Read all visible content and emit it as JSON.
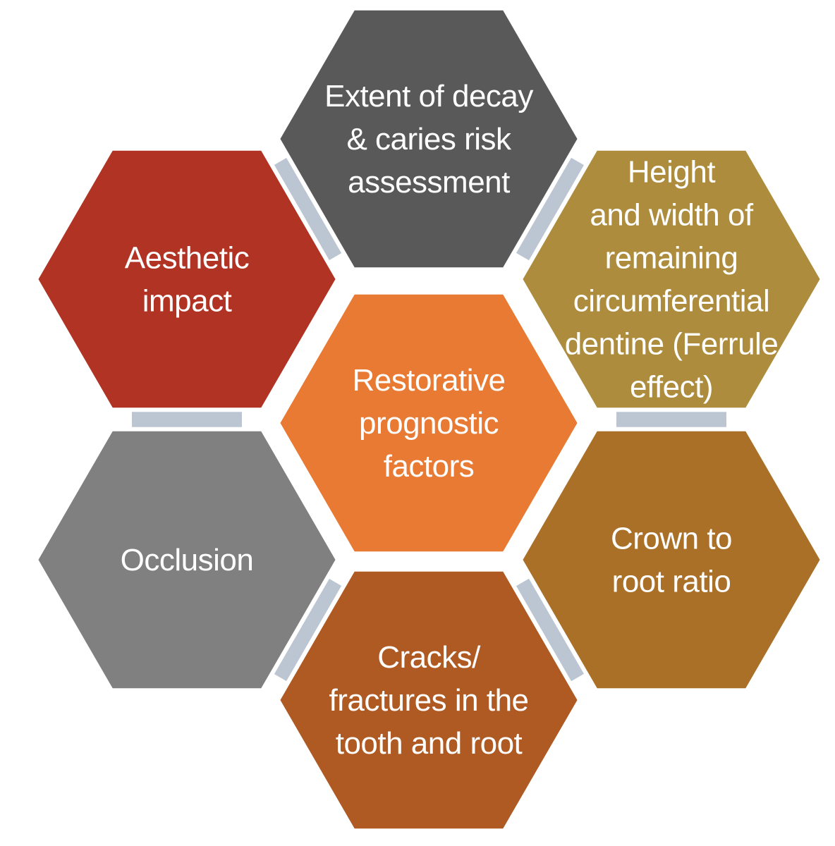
{
  "diagram": {
    "center": {
      "lines": [
        "Restorative",
        "prognostic",
        "factors"
      ],
      "color": "#e97a33",
      "text_color": "#f6dcc4"
    },
    "cells": [
      {
        "id": "top",
        "lines": [
          "Extent of decay",
          "& caries risk",
          "assessment"
        ],
        "color": "#595959"
      },
      {
        "id": "top-right",
        "lines": [
          "Height",
          "and width of",
          "remaining",
          "circumferential",
          "dentine (Ferrule",
          "effect)"
        ],
        "color": "#ad8d3d"
      },
      {
        "id": "bottom-right",
        "lines": [
          "Crown to",
          "root ratio"
        ],
        "color": "#aa7028"
      },
      {
        "id": "bottom",
        "lines": [
          "Cracks/",
          "fractures in the",
          "tooth and root"
        ],
        "color": "#ae5a22"
      },
      {
        "id": "bottom-left",
        "lines": [
          "Occlusion"
        ],
        "color": "#808080"
      },
      {
        "id": "top-left",
        "lines": [
          "Aesthetic",
          "impact"
        ],
        "color": "#b13323"
      }
    ],
    "connector_color": "#bcc6d2"
  }
}
